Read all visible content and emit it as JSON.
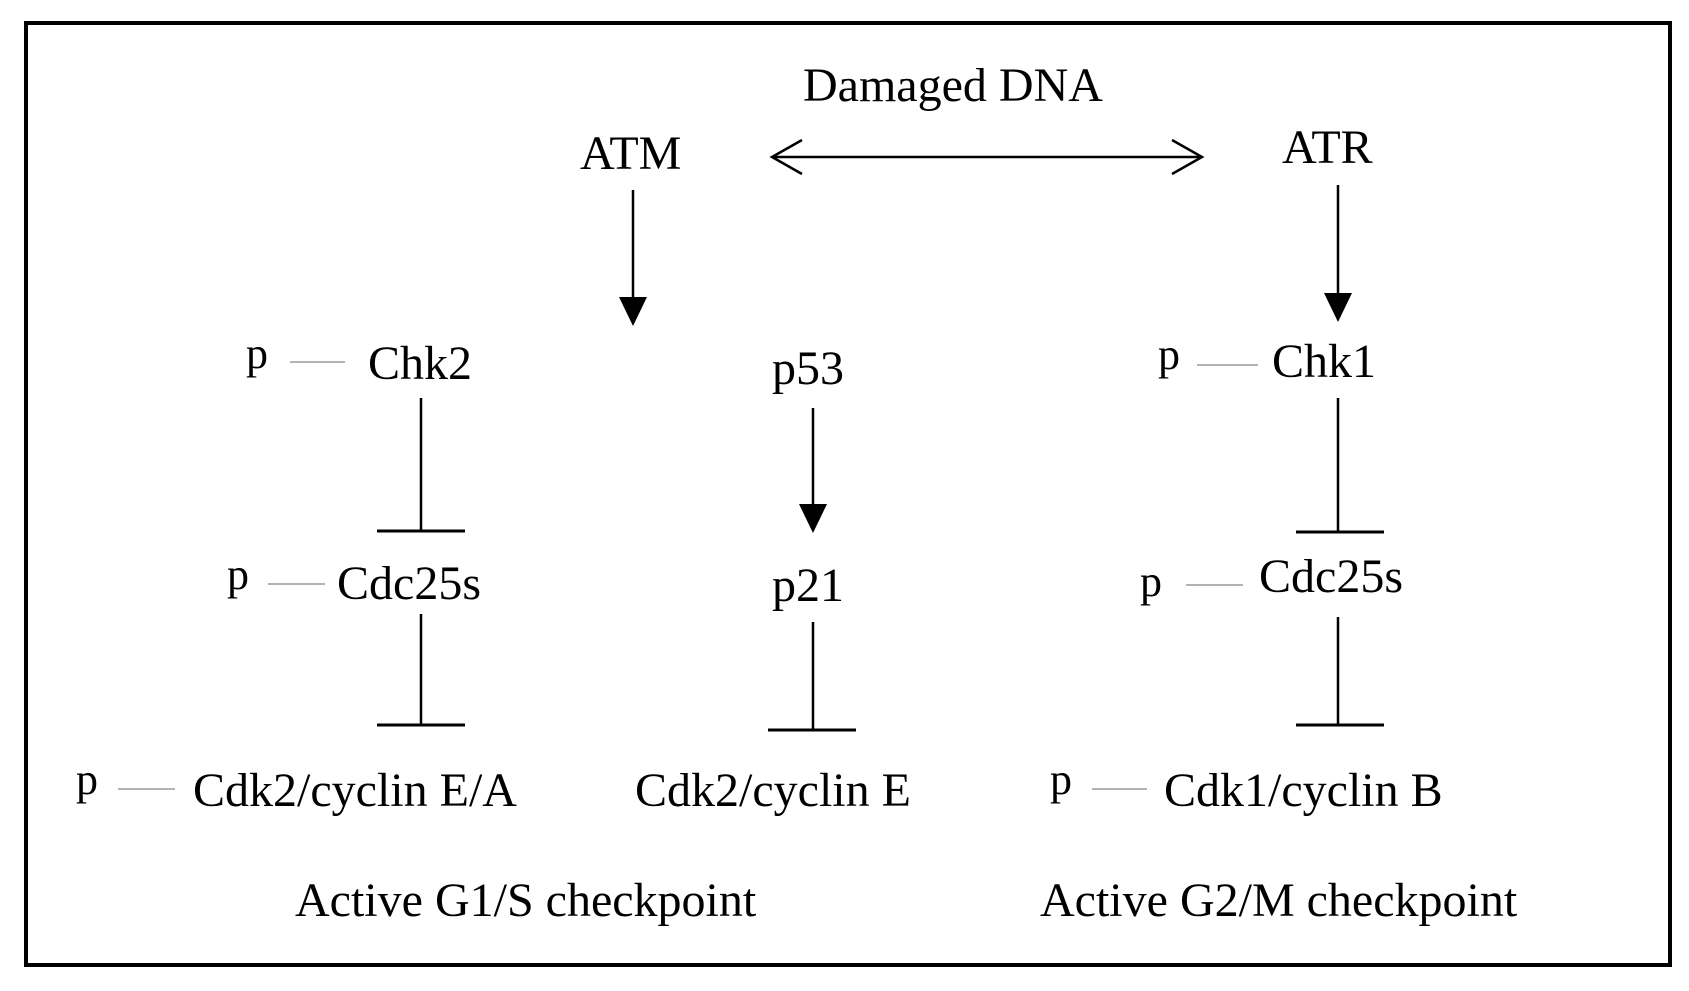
{
  "diagram": {
    "title": "Damaged DNA",
    "nodes": {
      "atm": "ATM",
      "atr": "ATR",
      "chk2": "Chk2",
      "p53": "p53",
      "chk1": "Chk1",
      "cdc25s_left": "Cdc25s",
      "p21": "p21",
      "cdc25s_right": "Cdc25s",
      "cdk2_cyclin_ea": "Cdk2/cyclin E/A",
      "cdk2_cyclin_e": "Cdk2/cyclin E",
      "cdk1_cyclin_b": "Cdk1/cyclin B"
    },
    "phospho_label": "p",
    "checkpoints": {
      "g1s": "Active G1/S checkpoint",
      "g2m": "Active G2/M checkpoint"
    }
  },
  "colors": {
    "line": "#000000",
    "phospho_line": "#9a9a9a",
    "background": "#ffffff"
  }
}
